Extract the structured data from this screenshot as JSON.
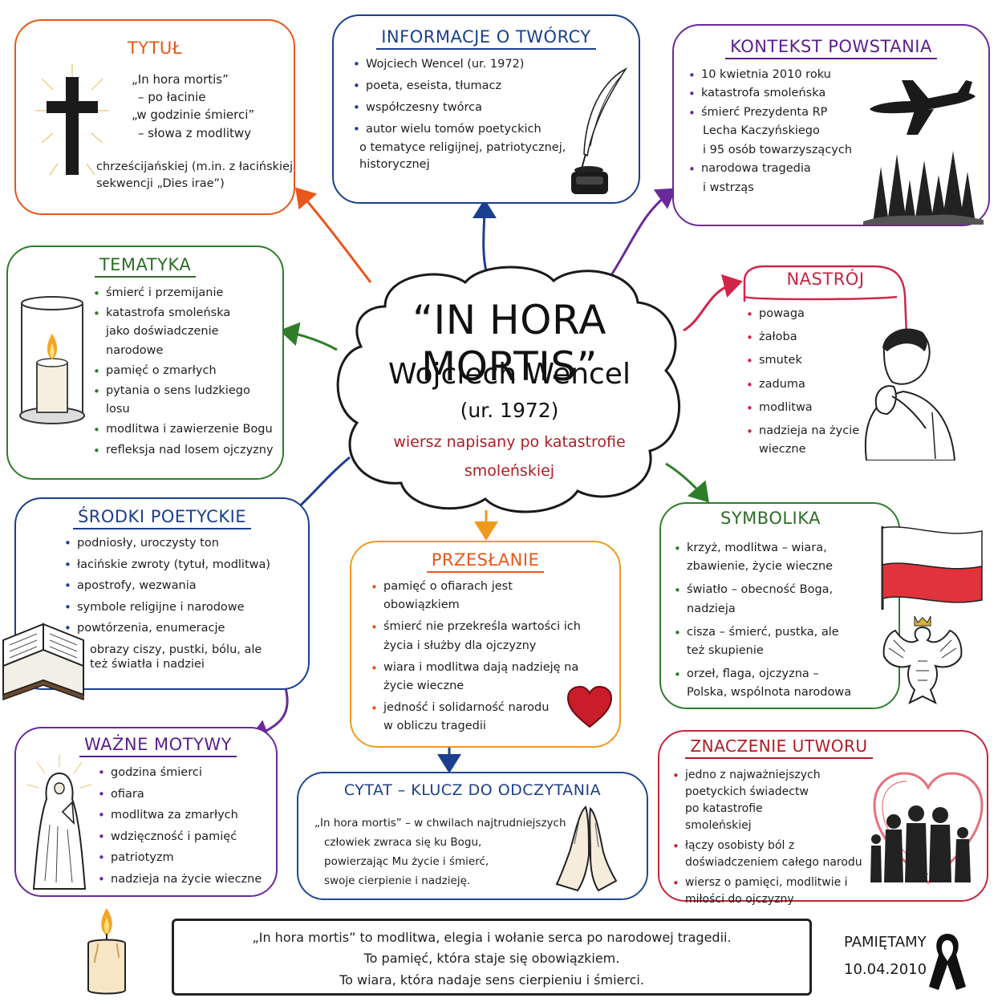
{
  "center": {
    "title": "“IN HORA MORTIS”",
    "author": "Wojciech Wencel",
    "born": "(ur. 1972)",
    "subtitle_line1": "wiersz napisany po katastrofie",
    "subtitle_line2": "smoleńskiej"
  },
  "tytul": {
    "heading": "TYTUŁ",
    "lines": [
      "„In hora mortis”",
      "– po łacinie",
      "„w godzinie śmierci”",
      "– słowa z modlitwy",
      "chrześcijańskiej (m.in. z łacińskiej",
      "sekwencji „Dies irae”)"
    ]
  },
  "informacje": {
    "heading": "INFORMACJE O TWÓRCY",
    "items": [
      "Wojciech Wencel (ur. 1972)",
      "poeta, eseista, tłumacz",
      "współczesny twórca",
      "autor wielu tomów poetyckich"
    ],
    "continuation": [
      "o tematyce religijnej, patriotycznej,",
      "historycznej"
    ]
  },
  "kontekst": {
    "heading": "KONTEKST POWSTANIA",
    "items": [
      "10 kwietnia 2010 roku",
      "katastrofa smoleńska",
      "śmierć Prezydenta RP",
      "narodowa tragedia"
    ],
    "cont_after_3": [
      "Lecha Kaczyńskiego",
      "i 95 osób towarzyszących"
    ],
    "cont_after_4": [
      "i wstrząs"
    ]
  },
  "tematyka": {
    "heading": "TEMATYKA",
    "items": [
      "śmierć i przemijanie",
      "katastrofa smoleńska jako doświadczenie narodowe",
      "pamięć o zmarłych",
      "pytania o sens ludzkiego losu",
      "modlitwa i zawierzenie Bogu",
      "refleksja nad losem ojczyzny"
    ]
  },
  "nastroj": {
    "heading": "NASTRÓJ",
    "items": [
      "powaga",
      "żałoba",
      "smutek",
      "zaduma",
      "modlitwa",
      "nadzieja na życie wieczne"
    ]
  },
  "srodki": {
    "heading": "ŚRODKI POETYCKIE",
    "items": [
      "podniosły, uroczysty ton",
      "łacińskie zwroty (tytuł, modlitwa)",
      "apostrofy, wezwania",
      "symbole religijne i narodowe",
      "powtórzenia, enumeracje",
      "obrazy ciszy, pustki, bólu, ale też światła i nadziei"
    ]
  },
  "przeslanie": {
    "heading": "PRZESŁANIE",
    "items": [
      "pamięć o ofiarach jest obowiązkiem",
      "śmierć nie przekreśla wartości ich życia i służby dla ojczyzny",
      "wiara i modlitwa dają nadzieję na życie wieczne",
      "jedność i solidarność narodu w obliczu tragedii"
    ]
  },
  "symbolika": {
    "heading": "SYMBOLIKA",
    "items": [
      "krzyż, modlitwa – wiara, zbawienie, życie wieczne",
      "światło – obecność Boga, nadzieja",
      "cisza – śmierć, pustka, ale też skupienie",
      "orzeł, flaga, ojczyzna – Polska, wspólnota narodowa"
    ]
  },
  "motywy": {
    "heading": "WAŻNE MOTYWY",
    "items": [
      "godzina śmierci",
      "ofiara",
      "modlitwa za zmarłych",
      "wdzięczność i pamięć",
      "patriotyzm",
      "nadzieja na życie wieczne"
    ]
  },
  "cytat": {
    "heading": "CYTAT – KLUCZ DO ODCZYTANIA",
    "lines": [
      "„In hora mortis” – w chwilach najtrudniejszych",
      "człowiek zwraca się ku Bogu,",
      "powierzając Mu życie i śmierć,",
      "swoje cierpienie i nadzieję."
    ]
  },
  "znaczenie": {
    "heading": "ZNACZENIE UTWORU",
    "items": [
      "jedno z najważniejszych poetyckich świadectw po katastrofie smoleńskiej",
      "łączy osobisty ból z doświadczeniem całego narodu",
      "wiersz o pamięci, modlitwie i miłości do ojczyzny"
    ]
  },
  "footer": {
    "line1": "„In hora mortis” to modlitwa, elegia i wołanie serca po narodowej tragedii.",
    "line2": "To pamięć, która staje się obowiązkiem.",
    "line3": "To wiara, która nadaje sens cierpieniu i śmierci.",
    "remember": "PAMIĘTAMY",
    "date": "10.04.2010"
  },
  "icons": [
    "cross-icon",
    "quill-inkwell-icon",
    "airplane-icon",
    "forest-icon",
    "candle-lantern-icon",
    "praying-man-icon",
    "open-book-icon",
    "heart-icon",
    "polish-flag-icon",
    "eagle-emblem-icon",
    "praying-woman-icon",
    "praying-hands-icon",
    "family-heart-icon",
    "candle-icon",
    "mourning-ribbon-icon"
  ],
  "colors": {
    "tytul": "#e8561a",
    "informacje": "#1b3f8f",
    "kontekst": "#6a2a9c",
    "tematyka": "#2f7d2a",
    "nastroj": "#d1254a",
    "srodki": "#1b3f8f",
    "przeslanie": "#ef9a1e",
    "symbolika": "#2f7d2a",
    "motywy": "#6a2a9c",
    "cytat": "#1e4a8f",
    "znaczenie": "#c4243a",
    "accent_red": "#b01c24"
  }
}
